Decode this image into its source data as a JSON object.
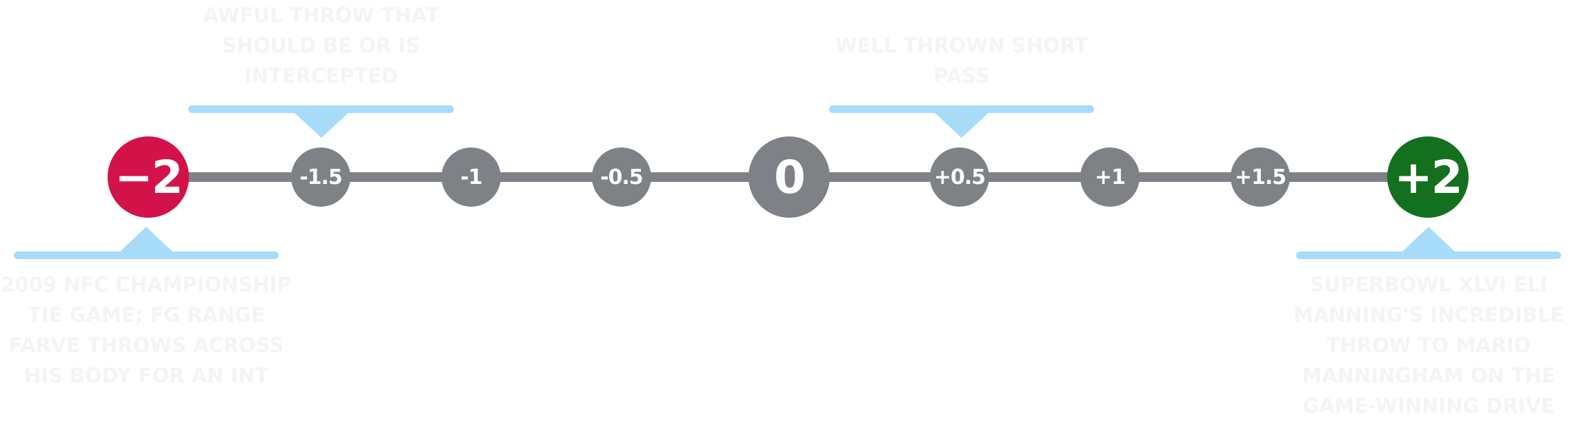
{
  "scale": {
    "nodes": [
      {
        "label": "−2",
        "value": -2,
        "color": "#d4124a"
      },
      {
        "label": "-1.5",
        "value": -1.5,
        "color": "#7e8186"
      },
      {
        "label": "-1",
        "value": -1,
        "color": "#7e8186"
      },
      {
        "label": "-0.5",
        "value": -0.5,
        "color": "#7e8186"
      },
      {
        "label": "0",
        "value": 0,
        "color": "#7e8186"
      },
      {
        "label": "+0.5",
        "value": 0.5,
        "color": "#7e8186"
      },
      {
        "label": "+1",
        "value": 1,
        "color": "#7e8186"
      },
      {
        "label": "+1.5",
        "value": 1.5,
        "color": "#7e8186"
      },
      {
        "label": "+2",
        "value": 2,
        "color": "#13701e"
      }
    ],
    "line_color": "#7e8186"
  },
  "callouts": {
    "top_left": {
      "text": "Awful throw that should be or is intercepted",
      "color": "#a6dcf7"
    },
    "top_right": {
      "text": "Well thrown short pass",
      "color": "#a6dcf7"
    },
    "bottom_left": {
      "text": "2009 NFC Championship tie game; FG range Farve throws across his body for an INT",
      "color": "#a6dcf7"
    },
    "bottom_right": {
      "text": "Superbowl XLVI Eli Manning's incredible throw to Mario Manningham on the game-winning drive",
      "color": "#a6dcf7"
    }
  }
}
